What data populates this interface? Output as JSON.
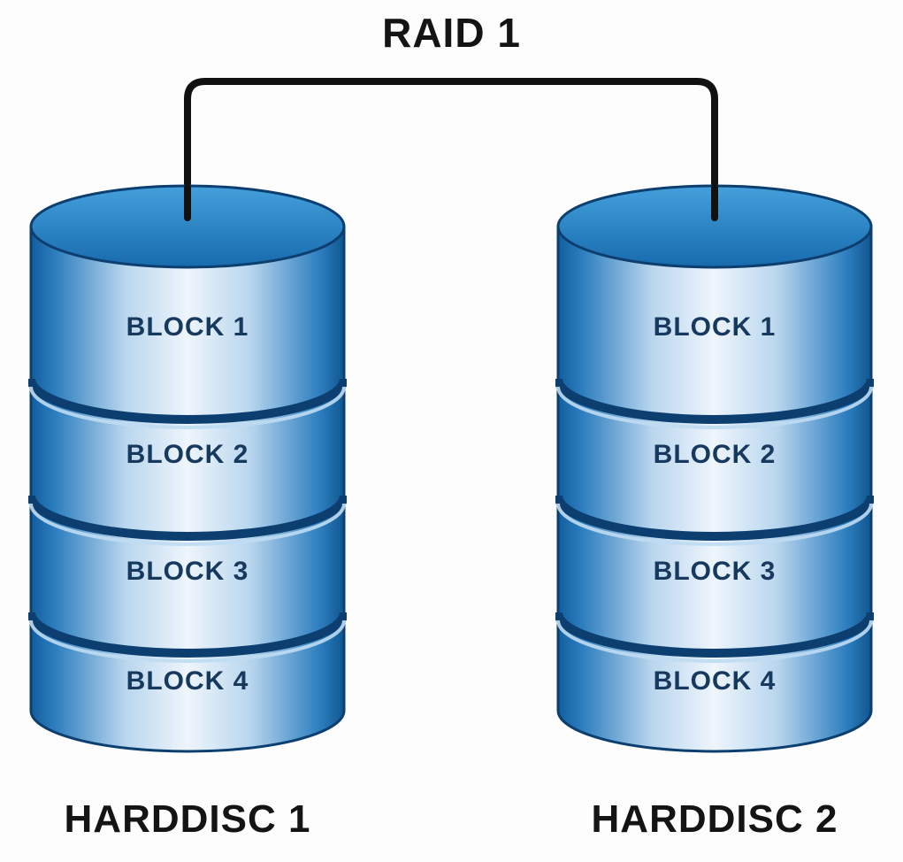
{
  "title": "RAID 1",
  "disks": [
    {
      "name": "HARDDISC 1",
      "blocks": [
        "BLOCK 1",
        "BLOCK 2",
        "BLOCK 3",
        "BLOCK 4"
      ]
    },
    {
      "name": "HARDDISC 2",
      "blocks": [
        "BLOCK 1",
        "BLOCK 2",
        "BLOCK 3",
        "BLOCK 4"
      ]
    }
  ],
  "colors": {
    "background": "#fdfdfd",
    "connector": "#111111",
    "cylinder_outline": "#0c3f70",
    "cylinder_top_light": "#44a0dc",
    "cylinder_top_dark": "#176bad",
    "cylinder_edge_dark": "#125e9e",
    "cylinder_highlight": "#eef5fc",
    "seam_dark": "#0c3f70",
    "seam_light": "#bfdcf2",
    "block_text": "#17395e",
    "label_text": "#141414"
  }
}
